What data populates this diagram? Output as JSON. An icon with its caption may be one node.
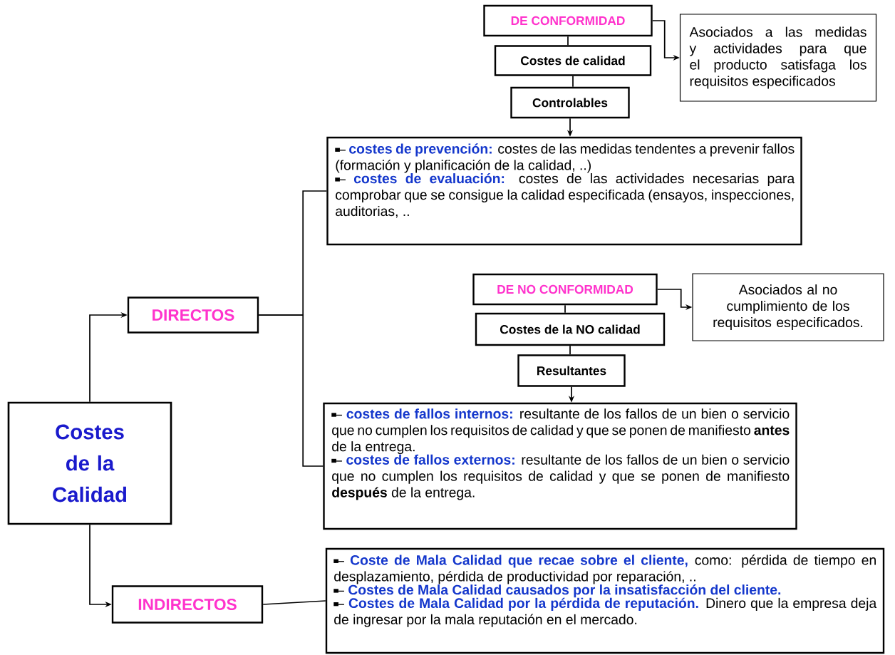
{
  "diagram": {
    "nodes": [
      {
        "text": [
          "Costes de la Calidad"
        ]
      },
      {
        "text": [
          "DIRECTOS"
        ]
      },
      {
        "text": [
          "DE CONFORMIDAD"
        ]
      },
      {
        "text": [
          "Asociados a las medidas y actividades para que el producto satisfaga los requisitos especificados"
        ]
      },
      {
        "text": [
          "Costes de calidad"
        ]
      },
      {
        "text": [
          "Controlables"
        ]
      },
      {
        "text": [],
        "shape": "box"
      },
      {
        "text": [
          "costes de prevención:",
          "costes de las medidas tendentes a prevenir fallos (formación y planificación de la calidad, ..)"
        ],
        "in": 6
      },
      {
        "text": [
          "costes de evaluación:",
          "costes de las actividades necesarias para comprobar que se consigue la calidad especificada (ensayos, inspecciones, auditorias, .."
        ],
        "in": 6
      },
      {
        "text": [
          "DE NO CONFORMIDAD"
        ]
      },
      {
        "text": [
          "Asociados al no cumplimiento de los requisitos especificados."
        ]
      },
      {
        "text": [
          "Costes de la NO calidad"
        ]
      },
      {
        "text": [
          "Resultantes"
        ]
      },
      {
        "text": [],
        "shape": "box"
      },
      {
        "text": [
          "costes de fallos internos:",
          "resultante de los fallos de un bien o servicio que no cumplen los requisitos de calidad y que se ponen de manifiesto **antes** de la entrega."
        ],
        "in": 13
      },
      {
        "text": [
          "costes de fallos externos:",
          "resultante de los fallos de un bien o servicio que no cumplen los requisitos de calidad y que se ponen de manifiesto **después** de la entrega."
        ],
        "in": 13
      },
      {
        "text": [
          "INDIRECTOS"
        ]
      },
      {
        "text": [],
        "shape": "box"
      },
      {
        "text": [
          "Coste de Mala Calidad que recae sobre el cliente,",
          "como: pérdida de tiempo en desplazamiento, pérdida de productividad por reparación, .."
        ],
        "in": 17
      },
      {
        "text": [
          "Costes de Mala Calidad causados por la insatisfacción del cliente."
        ],
        "in": 17
      },
      {
        "text": [
          "Costes de Mala Calidad por la pérdida de reputación.",
          "Dinero que la empresa deja de ingresar por la mala reputación en el mercado."
        ],
        "in": 17
      }
    ],
    "edges": [
      {
        "from": 0,
        "to": 1,
        "arrow": "to"
      },
      {
        "from": 0,
        "to": 16,
        "arrow": "to"
      },
      {
        "from": 1,
        "to": 6,
        "arrow": "none"
      },
      {
        "from": 1,
        "to": 13,
        "arrow": "none"
      },
      {
        "from": 2,
        "to": 3,
        "arrow": "to"
      },
      {
        "from": 2,
        "to": 4,
        "arrow": "none"
      },
      {
        "from": 4,
        "to": 5,
        "arrow": "none"
      },
      {
        "from": 5,
        "to": 6,
        "arrow": "to"
      },
      {
        "from": 9,
        "to": 10,
        "arrow": "to"
      },
      {
        "from": 9,
        "to": 11,
        "arrow": "none"
      },
      {
        "from": 11,
        "to": 12,
        "arrow": "none"
      },
      {
        "from": 12,
        "to": 13,
        "arrow": "to"
      },
      {
        "from": 16,
        "to": 17,
        "arrow": "none"
      }
    ]
  }
}
